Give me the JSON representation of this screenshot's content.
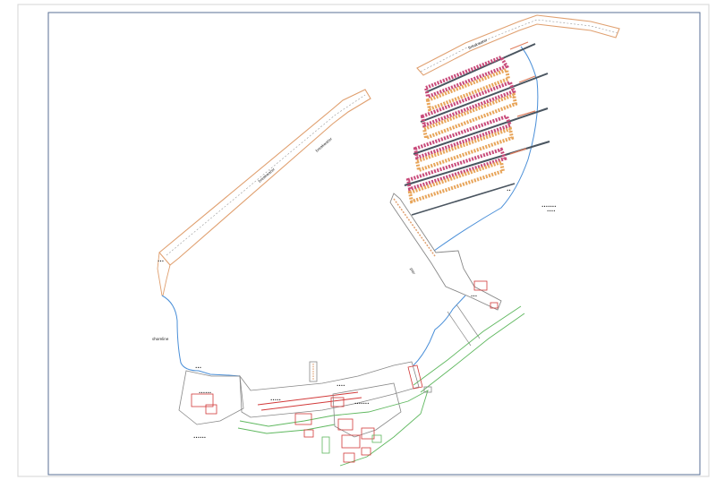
{
  "drawing": {
    "colors": {
      "frame": "#5a6f95",
      "outer_frame": "#c8c8c8",
      "breakwater_outline": "#e0a070",
      "breakwater_hatch": "#999999",
      "shoreline": "#4a8fd8",
      "pontoon": "#4a5560",
      "berth_pink": "#c84a7a",
      "berth_orange": "#e8a55a",
      "building_red": "#d23a3a",
      "road_green": "#5fb85f",
      "structure_gray": "#888888",
      "label": "#111111"
    },
    "labels": {
      "west_breakwater": "breakwater",
      "west_breakwater_2": "breakwater",
      "north_breakwater": "breakwater",
      "west_tip": "•••",
      "shoreline_west": "shoreline",
      "shore_note": "•••",
      "pier_label": "pier",
      "east_note_1": "•••••••",
      "east_note_2": "••••",
      "south_note": "••••••",
      "building_note_1": "••••••",
      "building_note_2": "•••••",
      "building_note_3": "••••",
      "building_note_4": "•••••••",
      "jetty_note": "•••",
      "channel_note": "••"
    }
  }
}
